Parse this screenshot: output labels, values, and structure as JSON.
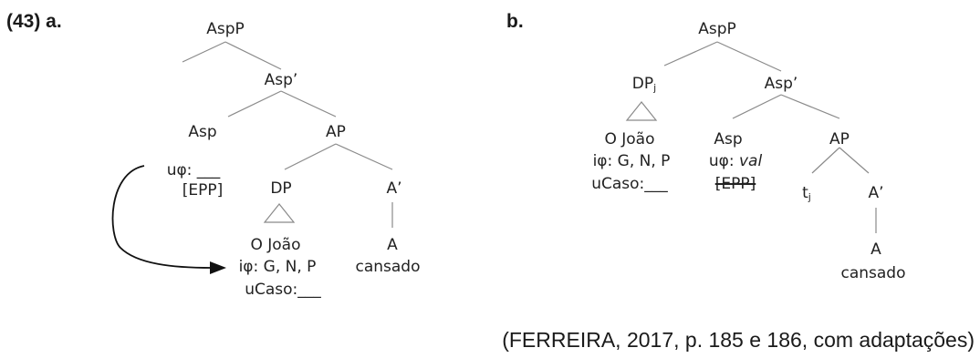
{
  "labels": {
    "example": "(43) a.",
    "b": "b."
  },
  "tree_a": {
    "aspp": "AspP",
    "asp_bar": "Asp’",
    "asp": "Asp",
    "asp_feat": "uφ: ___",
    "asp_epp": "[EPP]",
    "ap": "AP",
    "dp": "DP",
    "a_bar": "A’",
    "dp_head": "O João",
    "dp_feat": "iφ: G, N, P",
    "dp_case": "uCaso:___",
    "a": "A",
    "a_word": "cansado"
  },
  "tree_b": {
    "aspp": "AspP",
    "dp": "DP",
    "dp_sub": "j",
    "asp_bar": "Asp’",
    "dp_head": "O João",
    "dp_feat": "iφ: G, N, P",
    "dp_case": "uCaso:___",
    "asp": "Asp",
    "asp_feat_prefix": "uφ: ",
    "asp_feat_val": "val",
    "asp_epp": "[EPP]",
    "ap": "AP",
    "trace": "t",
    "trace_sub": "j",
    "a_bar": "A’",
    "a": "A",
    "a_word": "cansado"
  },
  "citation": "(FERREIRA, 2017, p. 185 e 186, com adaptações)"
}
